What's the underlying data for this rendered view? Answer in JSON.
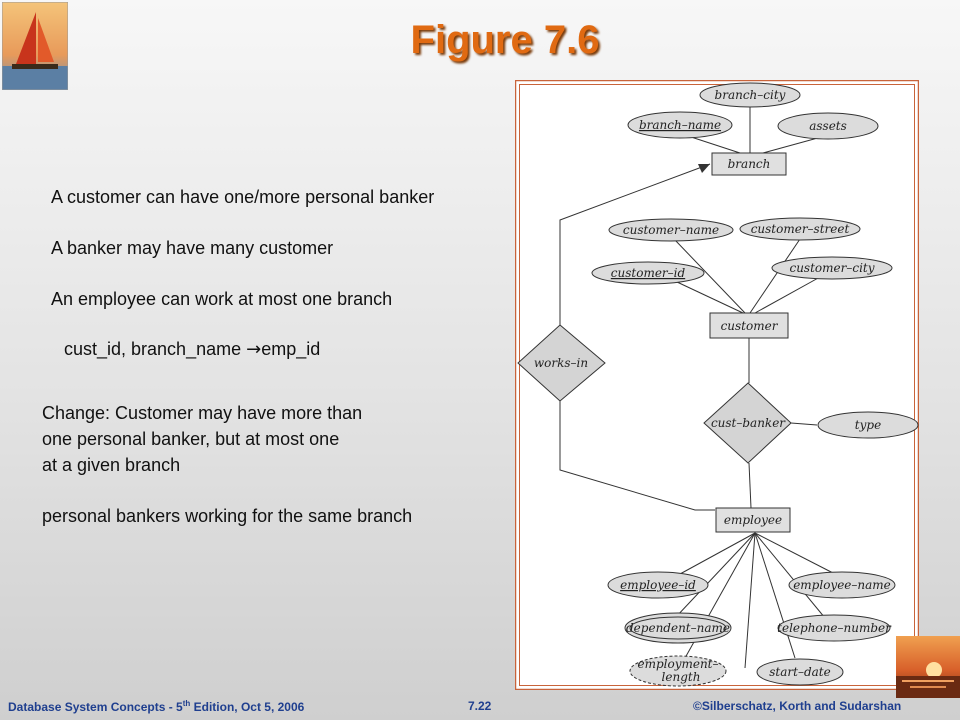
{
  "slide": {
    "title": "Figure 7.6",
    "bullets": [
      "A customer can have one/more personal banker",
      "A banker may have many customer",
      "An employee can work at most one branch"
    ],
    "fd_left": "cust_id, branch_name ",
    "fd_arrow": "→",
    "fd_right": "emp_id",
    "change_lines": [
      "Change: Customer may have more than",
      "one personal banker, but at most one",
      "at a given branch"
    ],
    "note": "personal bankers working for the same branch"
  },
  "diagram": {
    "entities": [
      "branch",
      "customer",
      "employee"
    ],
    "relationships": [
      "works–in",
      "cust–banker"
    ],
    "attributes": {
      "branch": [
        "branch–city",
        "branch–name",
        "assets"
      ],
      "customer": [
        "customer–name",
        "customer–street",
        "customer–id",
        "customer–city"
      ],
      "cust_banker": [
        "type"
      ],
      "employee": [
        "employee–id",
        "employee–name",
        "dependent–name",
        "telephone–number",
        "employment–",
        "length",
        "start–date"
      ]
    }
  },
  "footer": {
    "left_a": "Database System Concepts - 5",
    "left_sup": "th",
    "left_b": " Edition, Oct 5, 2006",
    "center": "7.22",
    "right": "©Silberschatz, Korth and Sudarshan"
  },
  "colors": {
    "title": "#e06a12",
    "frame": "#c8633a",
    "footer": "#1f3f8f"
  }
}
